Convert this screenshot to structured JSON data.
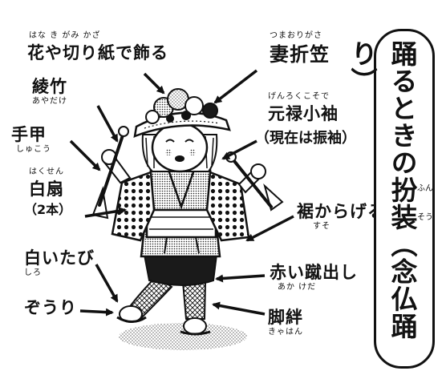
{
  "title": "踊るときの扮装（念仏踊り）",
  "title_ruby": {
    "fun": "ふん",
    "sou": "そう"
  },
  "labels": {
    "hana": {
      "text": "花や切り紙で飾る",
      "ruby": "はな  き   がみ  かざ"
    },
    "tsumaori": {
      "text": "妻折笠",
      "ruby": "つまおりがさ"
    },
    "ayatake": {
      "text": "綾竹",
      "ruby": "あやだけ"
    },
    "genroku": {
      "text": "元禄小袖",
      "ruby": "げんろくこそで"
    },
    "genzai": {
      "text": "（現在は振袖）"
    },
    "tekou": {
      "text": "手甲",
      "ruby": "しゅこう"
    },
    "hakusen": {
      "text": "白扇",
      "ruby": "はくせん"
    },
    "nihon": {
      "text": "（2本）"
    },
    "susokarage": {
      "text": "裾からげる",
      "ruby": "すそ"
    },
    "shiroitabi": {
      "text": "白いたび",
      "ruby": "しろ"
    },
    "zouri": {
      "text": "ぞうり"
    },
    "akaikedashi": {
      "text": "赤い蹴出し",
      "ruby": "あか   けだ"
    },
    "kyahan": {
      "text": "脚絆",
      "ruby": "きゃはん"
    }
  }
}
